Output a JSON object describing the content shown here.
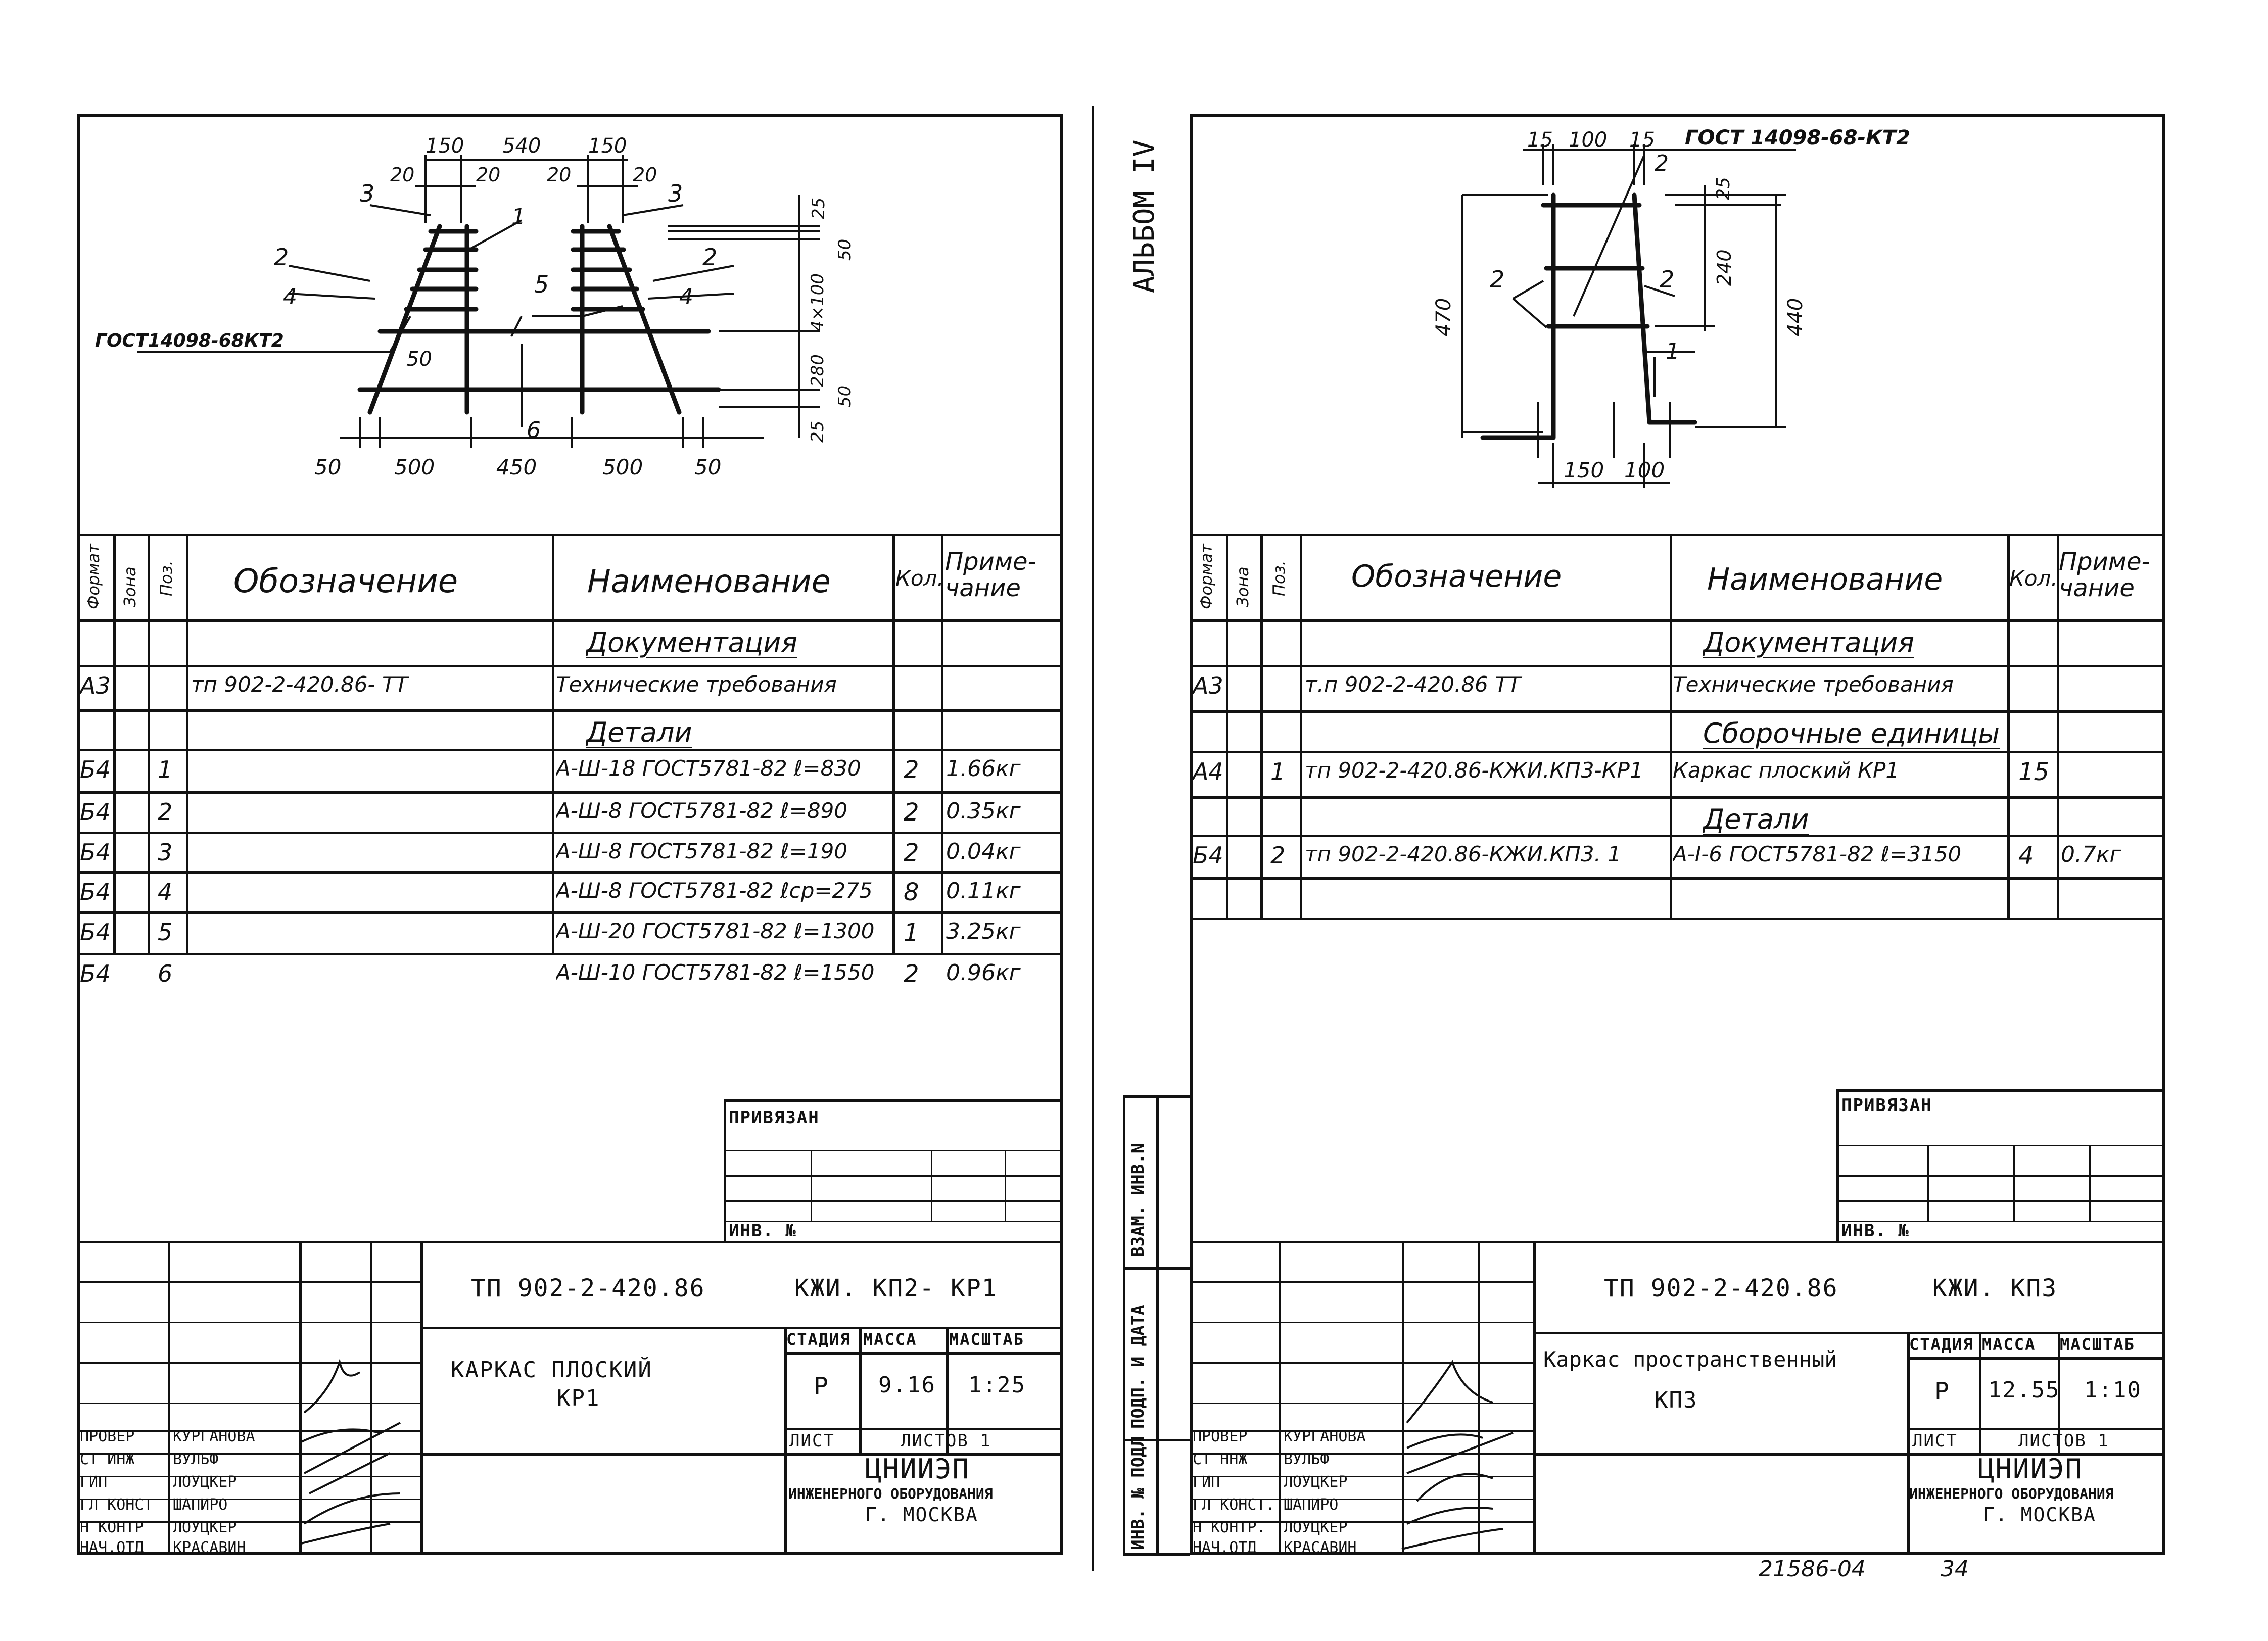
{
  "album_label": "АЛЬБОМ IV",
  "left": {
    "drawing": {
      "dims_top": [
        "150",
        "540",
        "150"
      ],
      "dims_sub": [
        "20",
        "20",
        "20",
        "20"
      ],
      "pos_labels": [
        "3",
        "1",
        "3",
        "2",
        "5",
        "2",
        "4",
        "4",
        "6"
      ],
      "gost_note": "ГОСТ14098-68КТ2",
      "angle_dim": "50",
      "dims_right": [
        "25",
        "50",
        "4×100",
        "280",
        "50",
        "25"
      ],
      "dims_bottom": [
        "50",
        "500",
        "450",
        "500",
        "50"
      ]
    },
    "headers": {
      "format": "Формат",
      "zone": "Зона",
      "pos": "Поз.",
      "designation": "Обозначение",
      "name": "Наименование",
      "qty": "Кол.",
      "note": "Приме-чание"
    },
    "rows": [
      {
        "format": "",
        "pos": "",
        "designation": "",
        "name": "Документация",
        "qty": "",
        "note": "",
        "section": true
      },
      {
        "format": "А3",
        "pos": "",
        "designation": "тп 902-2-420.86-     ТТ",
        "name": "Технические требования",
        "qty": "",
        "note": ""
      },
      {
        "format": "",
        "pos": "",
        "designation": "",
        "name": "Детали",
        "qty": "",
        "note": "",
        "section": true
      },
      {
        "format": "Б4",
        "pos": "1",
        "designation": "",
        "name": "А-Ш-18 ГОСТ5781-82 ℓ=830",
        "qty": "2",
        "note": "1.66кг"
      },
      {
        "format": "Б4",
        "pos": "2",
        "designation": "",
        "name": "А-Ш-8 ГОСТ5781-82 ℓ=890",
        "qty": "2",
        "note": "0.35кг"
      },
      {
        "format": "Б4",
        "pos": "3",
        "designation": "",
        "name": "А-Ш-8 ГОСТ5781-82 ℓ=190",
        "qty": "2",
        "note": "0.04кг"
      },
      {
        "format": "Б4",
        "pos": "4",
        "designation": "",
        "name": "А-Ш-8 ГОСТ5781-82 ℓср=275",
        "qty": "8",
        "note": "0.11кг"
      },
      {
        "format": "Б4",
        "pos": "5",
        "designation": "",
        "name": "А-Ш-20 ГОСТ5781-82 ℓ=1300",
        "qty": "1",
        "note": "3.25кг"
      },
      {
        "format": "Б4",
        "pos": "6",
        "designation": "",
        "name": "А-Ш-10 ГОСТ5781-82 ℓ=1550",
        "qty": "2",
        "note": "0.96кг"
      }
    ],
    "stamp": {
      "privyazan": "ПРИВЯЗАН",
      "inv": "ИНВ. №",
      "code": "ТП 902-2-420.86",
      "mark": "КЖИ. КП2- КР1",
      "title_line1": "КАРКАС   ПЛОСКИЙ",
      "title_line2": "КР1",
      "stage_h": "СТАДИЯ",
      "mass_h": "МАССА",
      "scale_h": "МАСШТАБ",
      "stage": "Р",
      "mass": "9.16",
      "scale": "1:25",
      "sheet_h": "ЛИСТ",
      "sheets_h": "ЛИСТОВ 1",
      "org": "ЦНИИЭП",
      "org_sub": "ИНЖЕНЕРНОГО ОБОРУДОВАНИЯ",
      "city": "Г. МОСКВА",
      "people": [
        {
          "role": "ПРОВЕР",
          "name": "КУРГАНОВА"
        },
        {
          "role": "СТ ИНЖ",
          "name": "ВУЛЬФ"
        },
        {
          "role": "ГИП",
          "name": "ЛОУЦКЕР"
        },
        {
          "role": "ГЛ КОНСТ",
          "name": "ШАПИРО"
        },
        {
          "role": "Н КОНТР",
          "name": "ЛОУЦКЕР"
        },
        {
          "role": "НАЧ.ОТД",
          "name": "КРАСАВИН"
        }
      ]
    }
  },
  "right": {
    "drawing": {
      "dims_top": [
        "15",
        "100",
        "15"
      ],
      "gost_note": "ГОСТ 14098-68-КТ2",
      "pos_labels": [
        "2",
        "2",
        "2",
        "1"
      ],
      "dims_side": [
        "470",
        "25",
        "240",
        "440"
      ],
      "dims_bottom": [
        "150",
        "100"
      ]
    },
    "headers": {
      "format": "Формат",
      "zone": "Зона",
      "pos": "Поз.",
      "designation": "Обозначение",
      "name": "Наименование",
      "qty": "Кол.",
      "note": "Приме-чание"
    },
    "rows": [
      {
        "format": "",
        "pos": "",
        "designation": "",
        "name": "Документация",
        "qty": "",
        "note": "",
        "section": true
      },
      {
        "format": "А3",
        "pos": "",
        "designation": "т.п 902-2-420.86        ТТ",
        "name": "Технические требования",
        "qty": "",
        "note": ""
      },
      {
        "format": "",
        "pos": "",
        "designation": "",
        "name": "Сборочные единицы",
        "qty": "",
        "note": "",
        "section": true
      },
      {
        "format": "А4",
        "pos": "1",
        "designation": "тп 902-2-420.86-КЖИ.КП3-КР1",
        "name": "Каркас плоский КР1",
        "qty": "15",
        "note": ""
      },
      {
        "format": "",
        "pos": "",
        "designation": "",
        "name": "Детали",
        "qty": "",
        "note": "",
        "section": true
      },
      {
        "format": "Б4",
        "pos": "2",
        "designation": "тп 902-2-420.86-КЖИ.КП3.   1",
        "name": "А-I-6 ГОСТ5781-82  ℓ=3150",
        "qty": "4",
        "note": "0.7кг"
      }
    ],
    "side_labels": [
      "ВЗАМ. ИНВ.N",
      "ПОДП. И ДАТА",
      "ИНВ. № ПОДЛ"
    ],
    "stamp": {
      "privyazan": "ПРИВЯЗАН",
      "inv": "ИНВ. №",
      "code": "ТП 902-2-420.86",
      "mark": "КЖИ. КП3",
      "title_line1": "Каркас  пространственный",
      "title_line2": "КП3",
      "stage_h": "СТАДИЯ",
      "mass_h": "МАССА",
      "scale_h": "МАСШТАБ",
      "stage": "Р",
      "mass": "12.55",
      "scale": "1:10",
      "sheet_h": "ЛИСТ",
      "sheets_h": "ЛИСТОВ 1",
      "org": "ЦНИИЭП",
      "org_sub": "ИНЖЕНЕРНОГО ОБОРУДОВАНИЯ",
      "city": "Г. МОСКВА",
      "people": [
        {
          "role": "ПРОВЕР",
          "name": "КУРГАНОВА"
        },
        {
          "role": "СТ ННЖ",
          "name": "ВУЛЬФ"
        },
        {
          "role": "ГИП",
          "name": "ЛОУЦКЕР"
        },
        {
          "role": "ГЛ КОНСТ.",
          "name": "ШАПИРО"
        },
        {
          "role": "Н КОНТР.",
          "name": "ЛОУЦКЕР"
        },
        {
          "role": "НАЧ.ОТД",
          "name": "КРАСАВИН"
        }
      ]
    }
  },
  "footer_code": "21586-04",
  "footer_page": "34"
}
